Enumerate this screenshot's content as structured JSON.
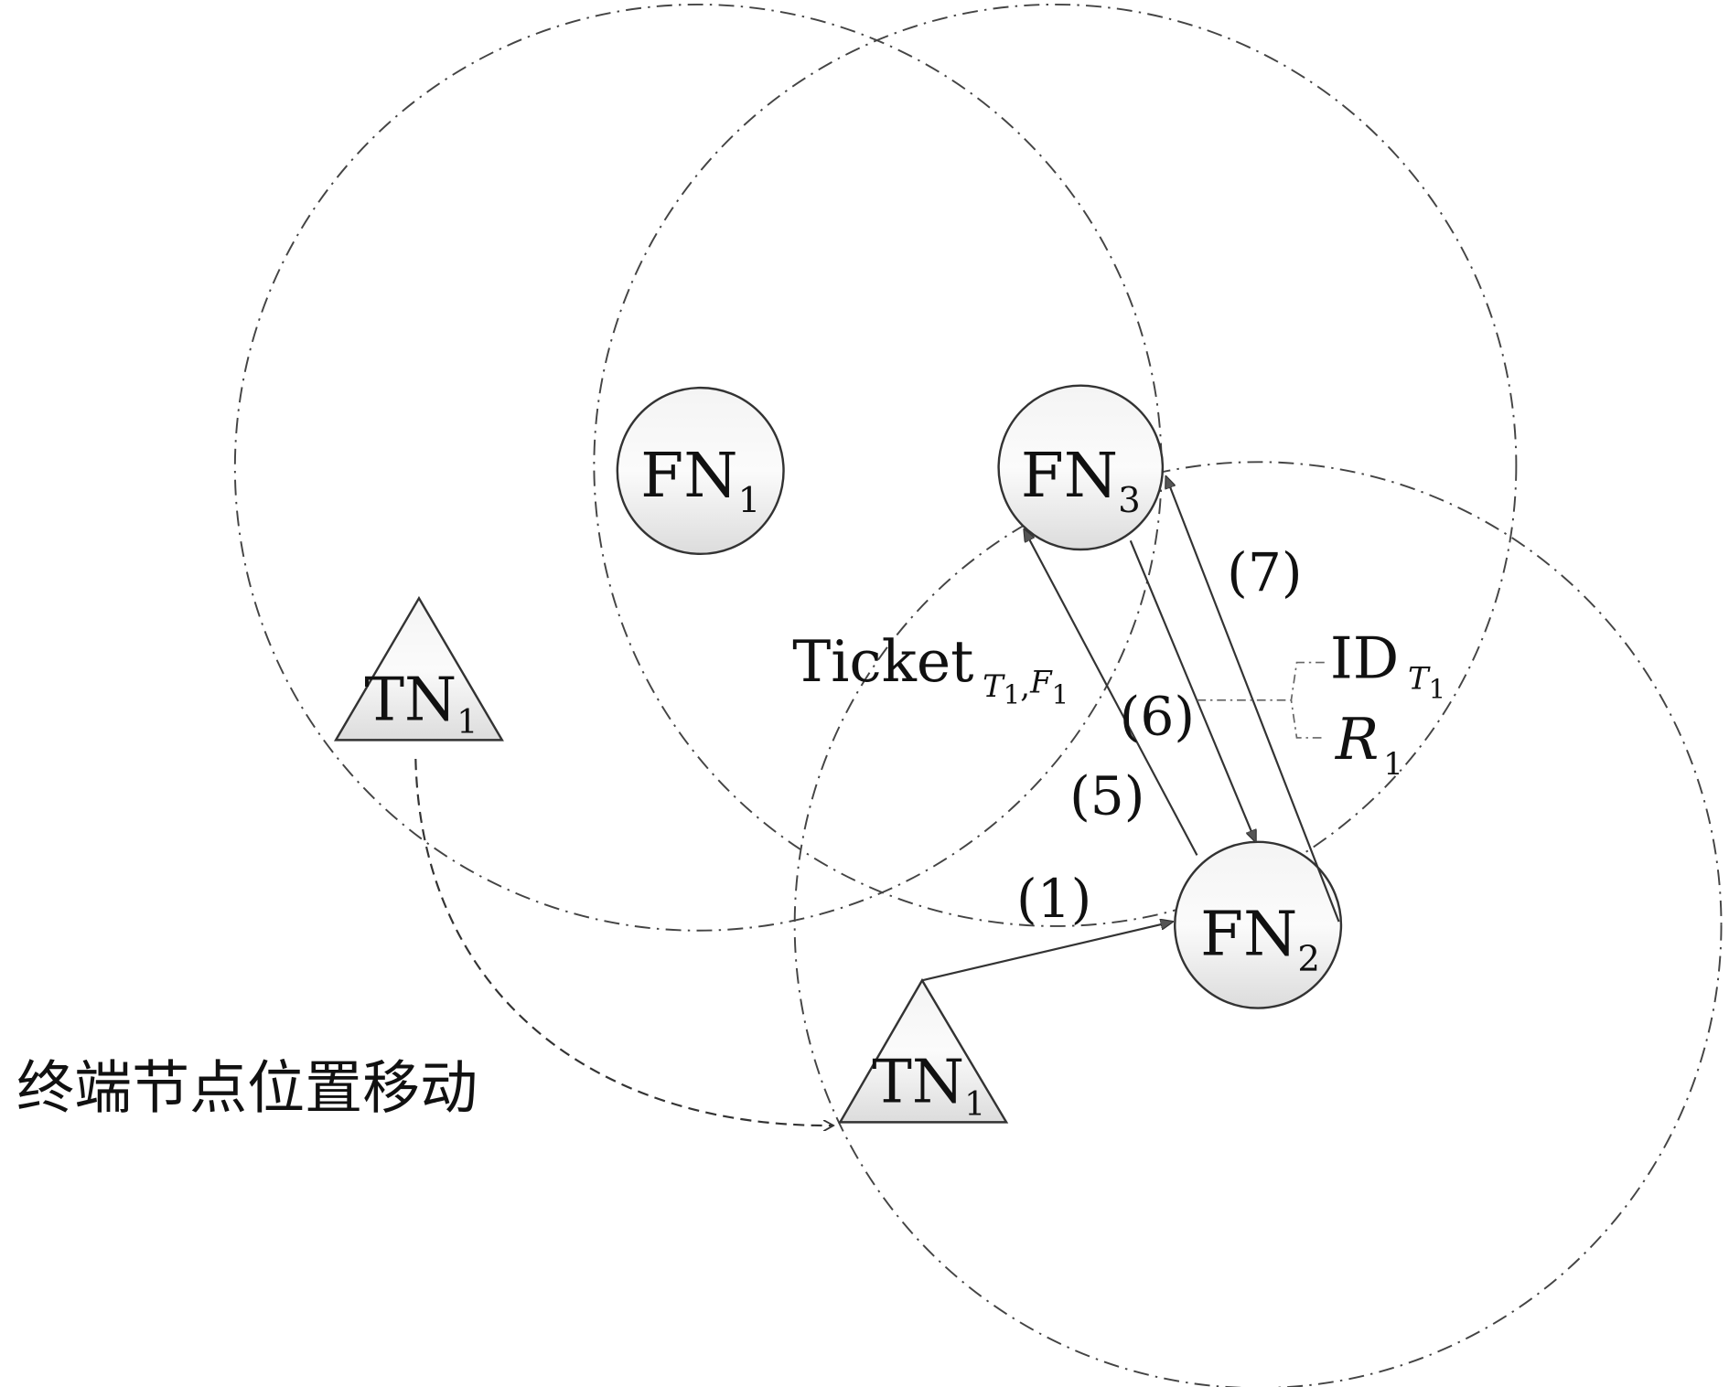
{
  "nodes": {
    "fn1": {
      "base": "FN",
      "sub": "1"
    },
    "fn2": {
      "base": "FN",
      "sub": "2"
    },
    "fn3": {
      "base": "FN",
      "sub": "3"
    },
    "tn1_old": {
      "base": "TN",
      "sub": "1"
    },
    "tn1_new": {
      "base": "TN",
      "sub": "1"
    }
  },
  "steps": {
    "s1": "(1)",
    "s5": "(5)",
    "s6": "(6)",
    "s7": "(7)"
  },
  "ticket": {
    "base": "Ticket",
    "sub": "T",
    "sub1": "1",
    "sep": ",",
    "sub2": "F",
    "sub3": "1"
  },
  "id": {
    "base": "ID",
    "sub": "T",
    "sub1": "1"
  },
  "r": {
    "base": "R",
    "sub": "1"
  },
  "movement_label": "终端节点位置移动"
}
